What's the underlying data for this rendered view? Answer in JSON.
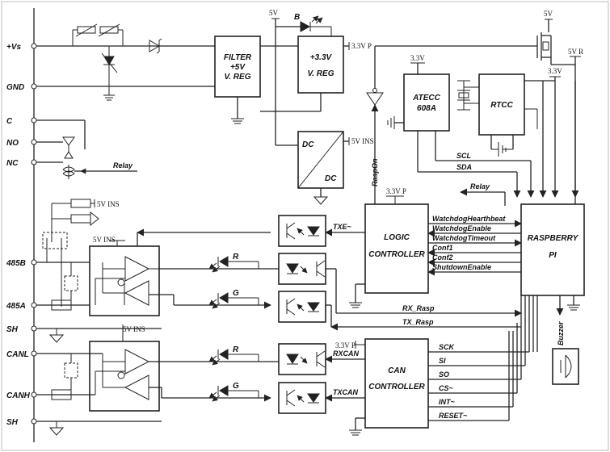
{
  "pins": {
    "vs": "+Vs",
    "gnd": "GND",
    "c": "C",
    "no": "NO",
    "nc": "NC",
    "b485": "485B",
    "a485": "485A",
    "sh1": "SH",
    "canl": "CANL",
    "canh": "CANH",
    "sh2": "SH"
  },
  "blocks": {
    "filter": [
      "FILTER",
      "+5V",
      "V. REG"
    ],
    "reg33": [
      "+3.3V",
      "V. REG"
    ],
    "dc_top": "DC",
    "dc_bottom": "DC",
    "atecc": [
      "ATECC",
      "608A"
    ],
    "rtcc": "RTCC",
    "logic": [
      "LOGIC",
      "CONTROLLER"
    ],
    "can": [
      "CAN",
      "CONTROLLER"
    ],
    "rpi": [
      "RASPBERRY",
      "PI"
    ],
    "buzzer": "Buzzer"
  },
  "rails": {
    "v5": "5V",
    "v33p": "3.3V P",
    "v5ins": "5V INS",
    "v33": "3.3V",
    "v5r": "5V R"
  },
  "labels": {
    "b": "B",
    "relay1": "Relay",
    "relay2": "Relay",
    "raspon": "RaspOn",
    "scl": "SCL",
    "sda": "SDA",
    "txe": "TXE~",
    "r1": "R",
    "g1": "G",
    "r2": "R",
    "g2": "G",
    "rx_rasp": "RX_Rasp",
    "tx_rasp": "TX_Rasp",
    "rxcan": "RXCAN",
    "txcan": "TXCAN"
  },
  "logic_signals": [
    "WatchdogHearthbeat",
    "WatchdogEnable",
    "WatchdogTimeout",
    "Conf1",
    "Conf2",
    "ShutdownEnable"
  ],
  "can_signals": [
    "SCK",
    "SI",
    "SO",
    "CS~",
    "INT~",
    "RESET~"
  ]
}
